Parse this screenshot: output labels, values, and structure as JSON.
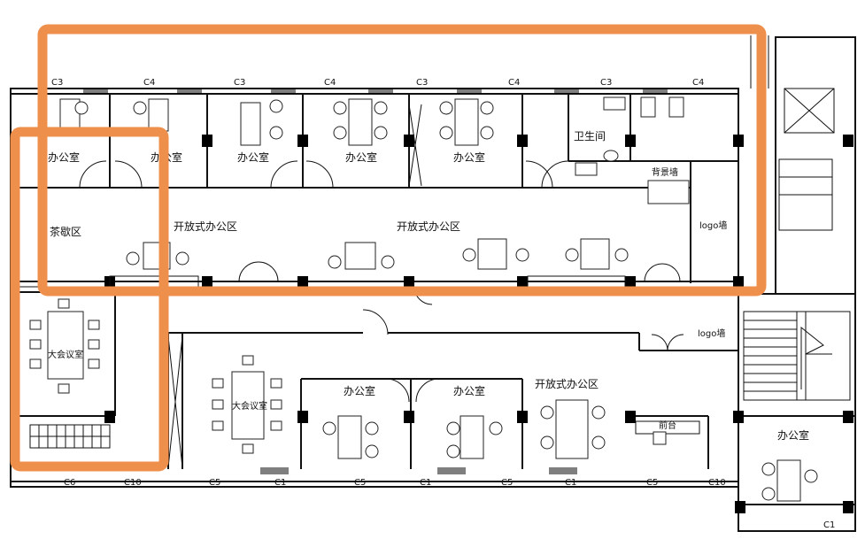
{
  "colors": {
    "highlight": "#ef8f4c",
    "wall": "#111111",
    "background": "#ffffff"
  },
  "labels": {
    "office": "办公室",
    "toilet": "卫生间",
    "background_wall": "背景墙",
    "open_office": "开放式办公区",
    "logo_wall": "logo墙",
    "tea_area": "茶歇区",
    "large_meeting_room": "大会议室",
    "front_desk": "前台"
  },
  "windows_top": [
    "C3",
    "C4",
    "C3",
    "C4",
    "C3",
    "C4",
    "C3",
    "C4"
  ],
  "windows_bottom": [
    "C6",
    "C10",
    "C5",
    "C1",
    "C5",
    "C1",
    "C5",
    "C1",
    "C5",
    "C10"
  ],
  "window_right_bottom": "C1",
  "icons": {
    "stair_arrow": "arrow-icon",
    "elevator": "elevator-shaft-icon"
  }
}
